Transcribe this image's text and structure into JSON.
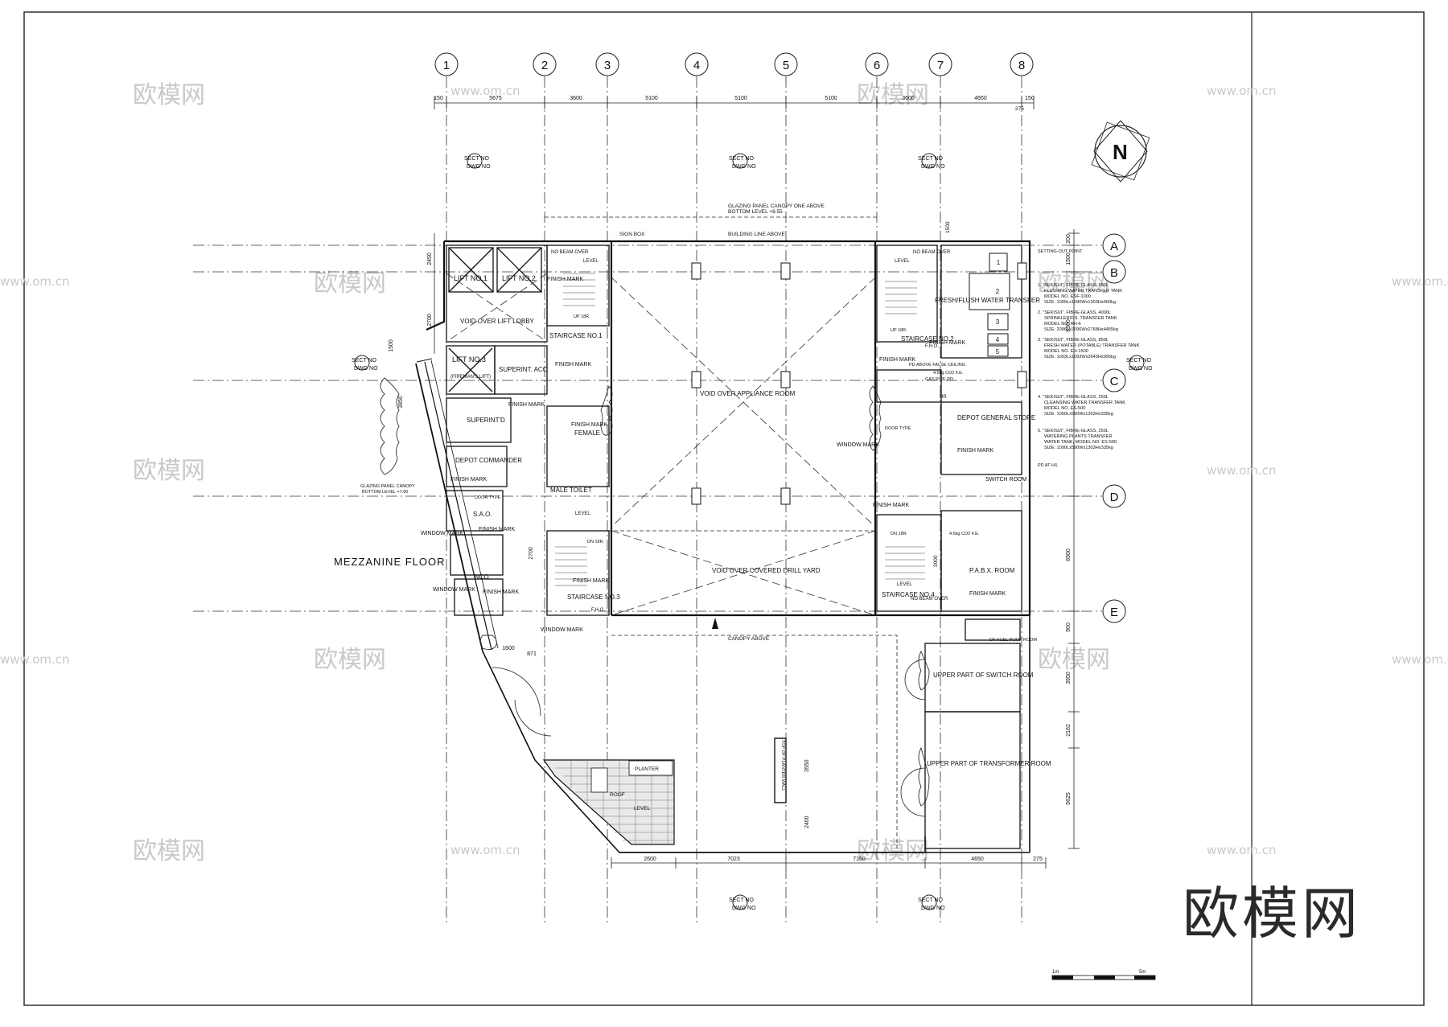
{
  "drawing": {
    "title": "MEZZANINE FLOOR",
    "section_mark": "SECT NO",
    "section_dwg": "DWG NO",
    "north_label": "N",
    "big_watermark": "欧模网",
    "watermark_cn": "欧模网",
    "watermark_url": "www.om.cn",
    "scale_bar": {
      "left": "1m",
      "right": "5m"
    }
  },
  "grid": {
    "columns": [
      "1",
      "2",
      "3",
      "4",
      "5",
      "6",
      "7",
      "8"
    ],
    "rows": [
      "A",
      "B",
      "C",
      "D",
      "E"
    ],
    "top_dimensions": [
      "150",
      "5675",
      "3600",
      "5100",
      "5100",
      "5100",
      "3600",
      "4650",
      "150"
    ],
    "bottom_dimensions": [
      "2600",
      "7023",
      "7150",
      "4650",
      "275"
    ],
    "right_dimensions": [
      "200",
      "1500",
      "6300",
      "6500",
      "900",
      "3950",
      "2162",
      "5625"
    ],
    "left_dimensions": [
      "2450",
      "2700",
      "1500",
      "3850",
      "2700",
      "1600",
      "871"
    ],
    "misc_dimensions": [
      "3550",
      "2400",
      "1500",
      "3000",
      "275"
    ]
  },
  "rooms": [
    "LIFT NO.1",
    "LIFT NO.2",
    "LIFT NO.3",
    "(FIREMAN'S LIFT)",
    "VOID OVER LIFT LOBBY",
    "STAIRCASE NO.1",
    "SUPERINT. ACO",
    "SUPERINT'D",
    "FEMALE",
    "DEPOT COMMANDER",
    "MALE TOILET",
    "S.A.O.",
    "NCO.",
    "STAIRCASE NO.3",
    "VOID OVER APPLIANCE ROOM",
    "VOID OVER COVERED DRILL YARD",
    "STAIRCASE NO.2",
    "FRESH/FLUSH WATER TRANSFER",
    "DEPOT GENERAL STORE",
    "SWITCH ROOM",
    "P.A.B.X. ROOM",
    "STAIRCASE NO.4",
    "UPPER PART OF SWITCH ROOM",
    "UPPER PART OF TRANSFORMER ROOM",
    "PLANTER"
  ],
  "annotations": {
    "canopy": [
      "GLAZING PANEL CANOPY ONE ABOVE",
      "BOTTOM LEVEL +8.55"
    ],
    "canopy_left": [
      "GLAZING PANEL CANOPY",
      "BOTTOM LEVEL +7.60"
    ],
    "sign_box": "SIGN BOX",
    "building_line": "BUILDING LINE ABOVE",
    "canopy_above": "CANOPY ABOVE",
    "no_beam_over": "NO BEAM OVER",
    "level": "LEVEL",
    "finish_mark": "FINISH MARK",
    "window_mark": "WINDOW MARK",
    "door_type": "DOOR TYPE",
    "setting_out": "SETTING-OUT POINT",
    "pd_hl": "PD AT H/L",
    "fuel": "OF FUEL PUMP ROOM",
    "roof": "ROOF",
    "fe": "4.5kg CO2 F.E.",
    "up": "UP 18R.",
    "dn": "DN 18R.",
    "fho": "F.H.O.",
    "hr": "HR",
    "gas": "GAS PIPE PD",
    "false_ceiling": "PD ABOVE FALSE CEILING",
    "canopy_note": "TOP OF PLANTER WALL"
  },
  "tank_notes": [
    [
      "1. \"SEKISUI\", FIBRE-GLASS, 550L",
      "FLUSHING WATER TRANSFER TANK",
      "MODEL NO. ESF-1000",
      "SIZE: 1090Lx1090Wx1303Hx660kg"
    ],
    [
      "2. \"SEKISUI\", FIBRE-GLASS, 4000L",
      "SPRINKLER/F.S. TRANSFER TANK",
      "MODEL NO. RH-6",
      "SIZE: 2096Lx2096Wx2768Hx4455kg"
    ],
    [
      "3. \"SEKISUI\", FIBRE-GLASS, 850L",
      "FRESH WATER (POTABLE) TRANSFER TANK",
      "MODEL NO. EH-1500",
      "SIZE: 1093Lx1093Wx2643Hx995kg"
    ],
    [
      "4. \"SEKISUI\", FIBRE-GLASS, 250L",
      "CLEANSING WATER TRANSFER TANK",
      "MODEL NO. ES-500",
      "SIZE: 1090Lx590Wx1303Hx335kg"
    ],
    [
      "5. \"SEKISUI\", FIBRE-GLASS, 250L",
      "WATERING PLANTS TRANSFER",
      "WATER TANK, MODEL NO. ES-500",
      "SIZE: 1090Lx590Wx1303Hx335kg"
    ]
  ],
  "tank_numbers": [
    "1",
    "2",
    "3",
    "4",
    "5"
  ]
}
